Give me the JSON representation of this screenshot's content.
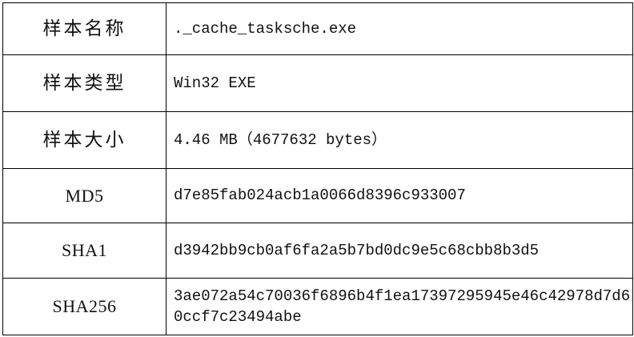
{
  "document": {
    "kind": "sample-information-table",
    "rows": [
      {
        "label": "样本名称",
        "label_lang": "cjk",
        "value": "._cache_tasksche.exe",
        "name": "sample-name"
      },
      {
        "label": "样本类型",
        "label_lang": "cjk",
        "value": "Win32 EXE",
        "name": "sample-type"
      },
      {
        "label": "样本大小",
        "label_lang": "cjk",
        "value": "4.46 MB（4677632 bytes）",
        "name": "sample-size"
      },
      {
        "label": "MD5",
        "label_lang": "latin",
        "value": "d7e85fab024acb1a0066d8396c933007",
        "name": "sample-md5"
      },
      {
        "label": "SHA1",
        "label_lang": "latin",
        "value": "d3942bb9cb0af6fa2a5b7bd0dc9e5c68cbb8b3d5",
        "name": "sample-sha1"
      },
      {
        "label": "SHA256",
        "label_lang": "latin",
        "value": "3ae072a54c70036f6896b4f1ea17397295945e46c42978d7d60ccf7c23494abe",
        "name": "sample-sha256"
      }
    ]
  },
  "style": {
    "border_color": "#000000",
    "text_color": "#111111",
    "background": "#ffffff"
  }
}
